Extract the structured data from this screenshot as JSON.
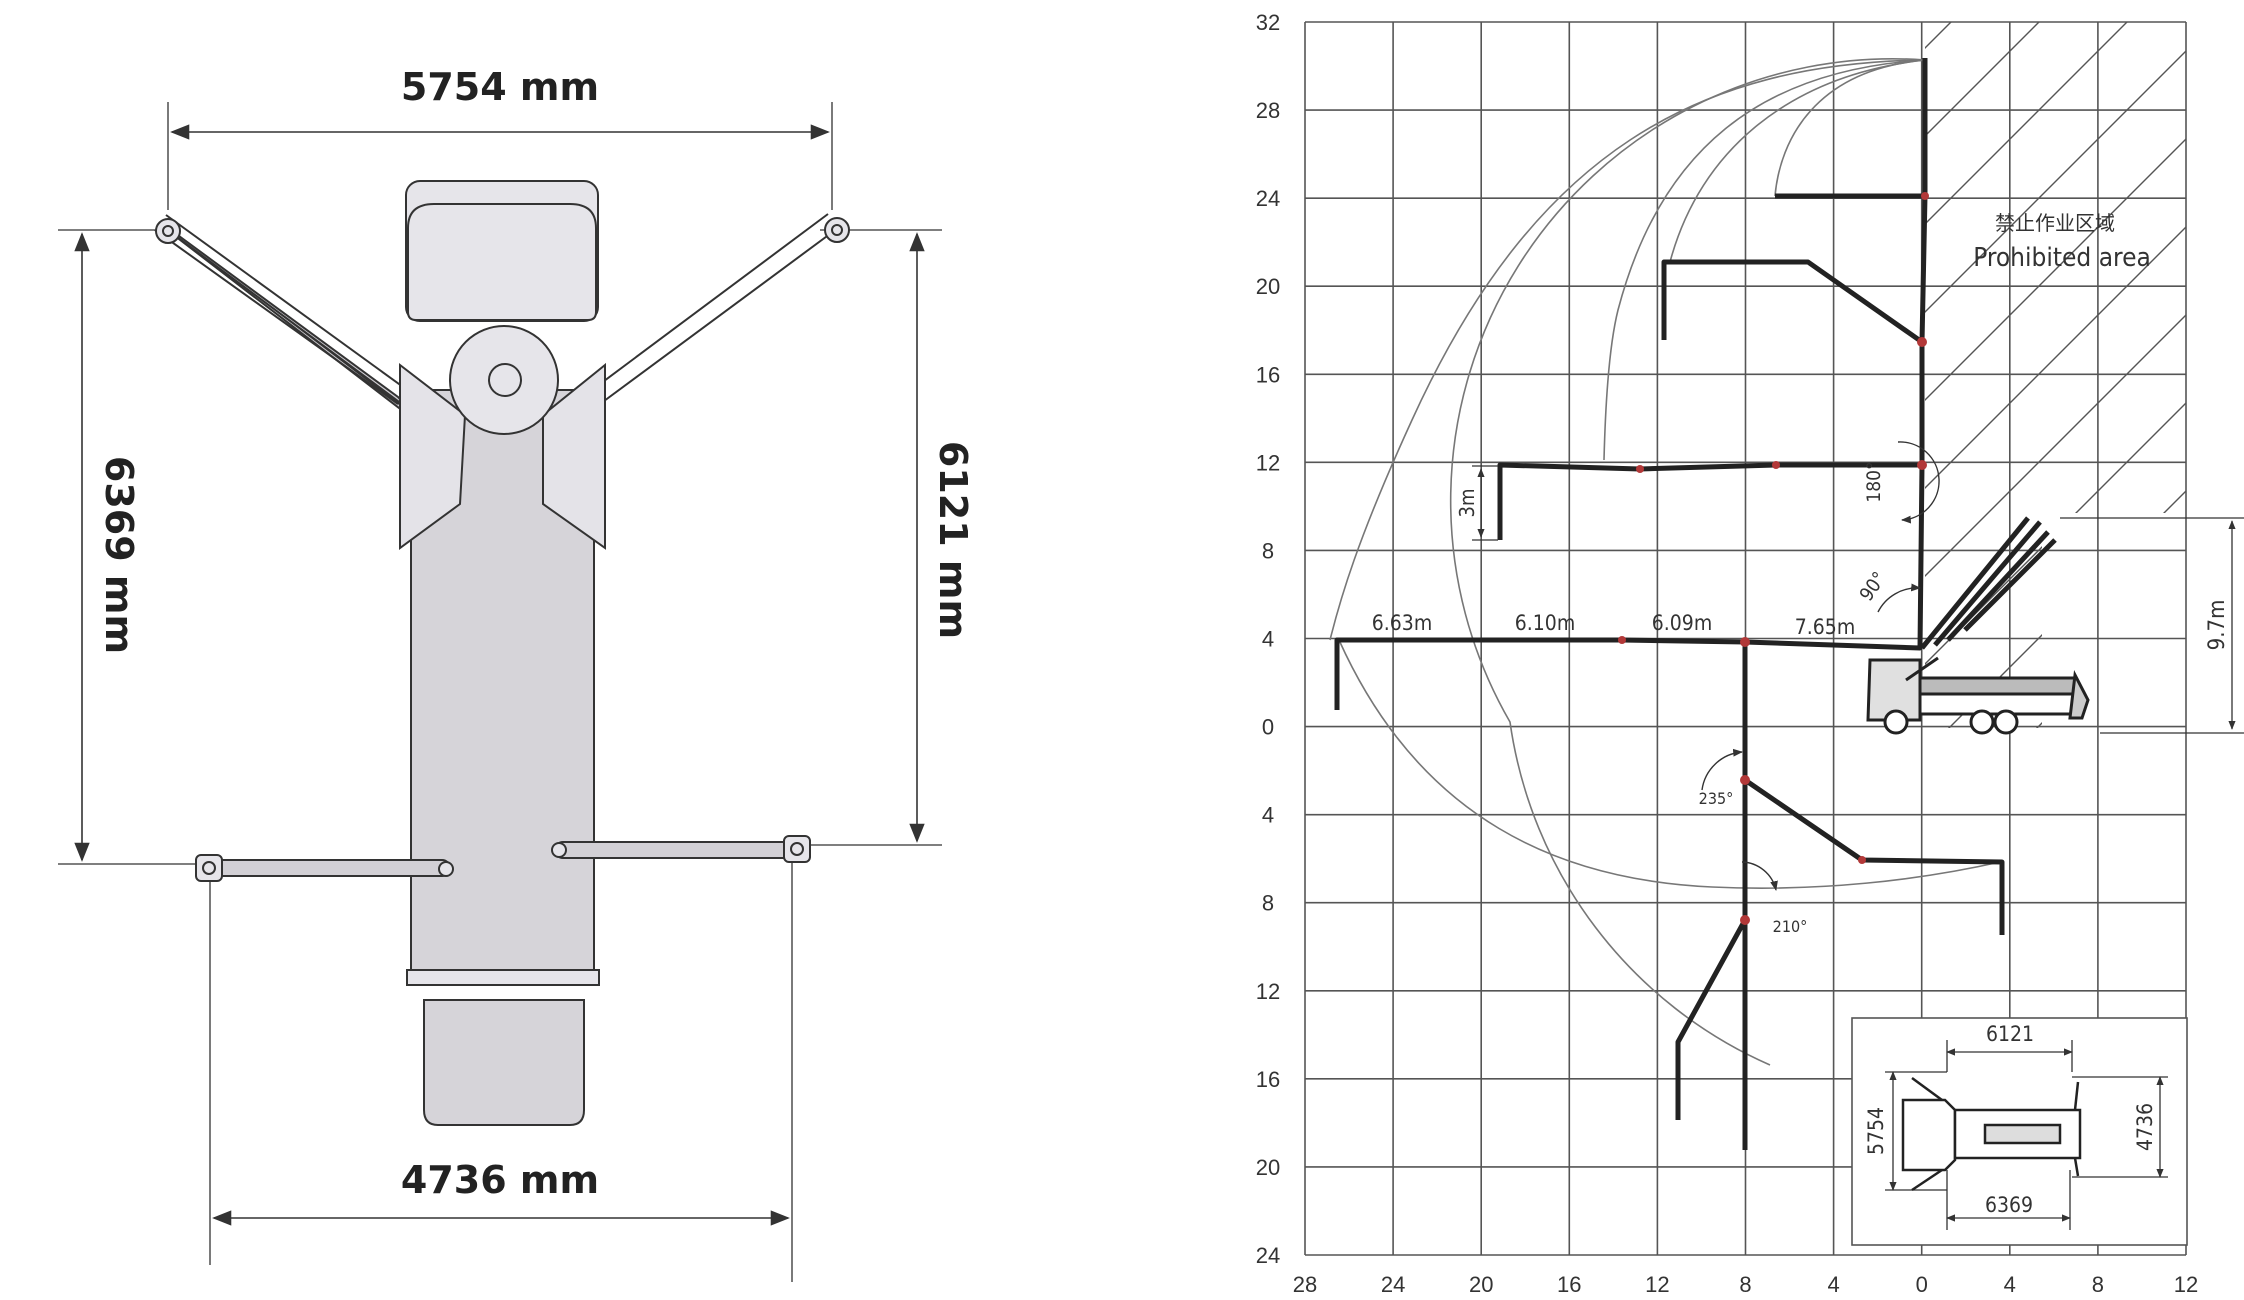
{
  "left_diagram": {
    "top_width": "5754 mm",
    "left_height": "6369 mm",
    "right_height": "6121 mm",
    "bottom_width": "4736 mm"
  },
  "chart": {
    "prohibited_cn": "禁止作业区域",
    "prohibited_en": "Prohibited area",
    "height_label": "9.7m",
    "hook_label": "3m",
    "section_labels": [
      "6.63m",
      "6.10m",
      "6.09m",
      "7.65m"
    ],
    "angle_labels": [
      "180°",
      "90°",
      "235°",
      "210°"
    ],
    "y_ticks": [
      "32",
      "28",
      "24",
      "20",
      "16",
      "12",
      "8",
      "4",
      "0",
      "4",
      "8",
      "12",
      "16",
      "20",
      "24"
    ],
    "x_ticks": [
      "28",
      "24",
      "20",
      "16",
      "12",
      "8",
      "4",
      "0",
      "4",
      "8",
      "12"
    ]
  },
  "inset": {
    "top": "6121",
    "bottom": "6369",
    "left": "5754",
    "right": "4736"
  }
}
